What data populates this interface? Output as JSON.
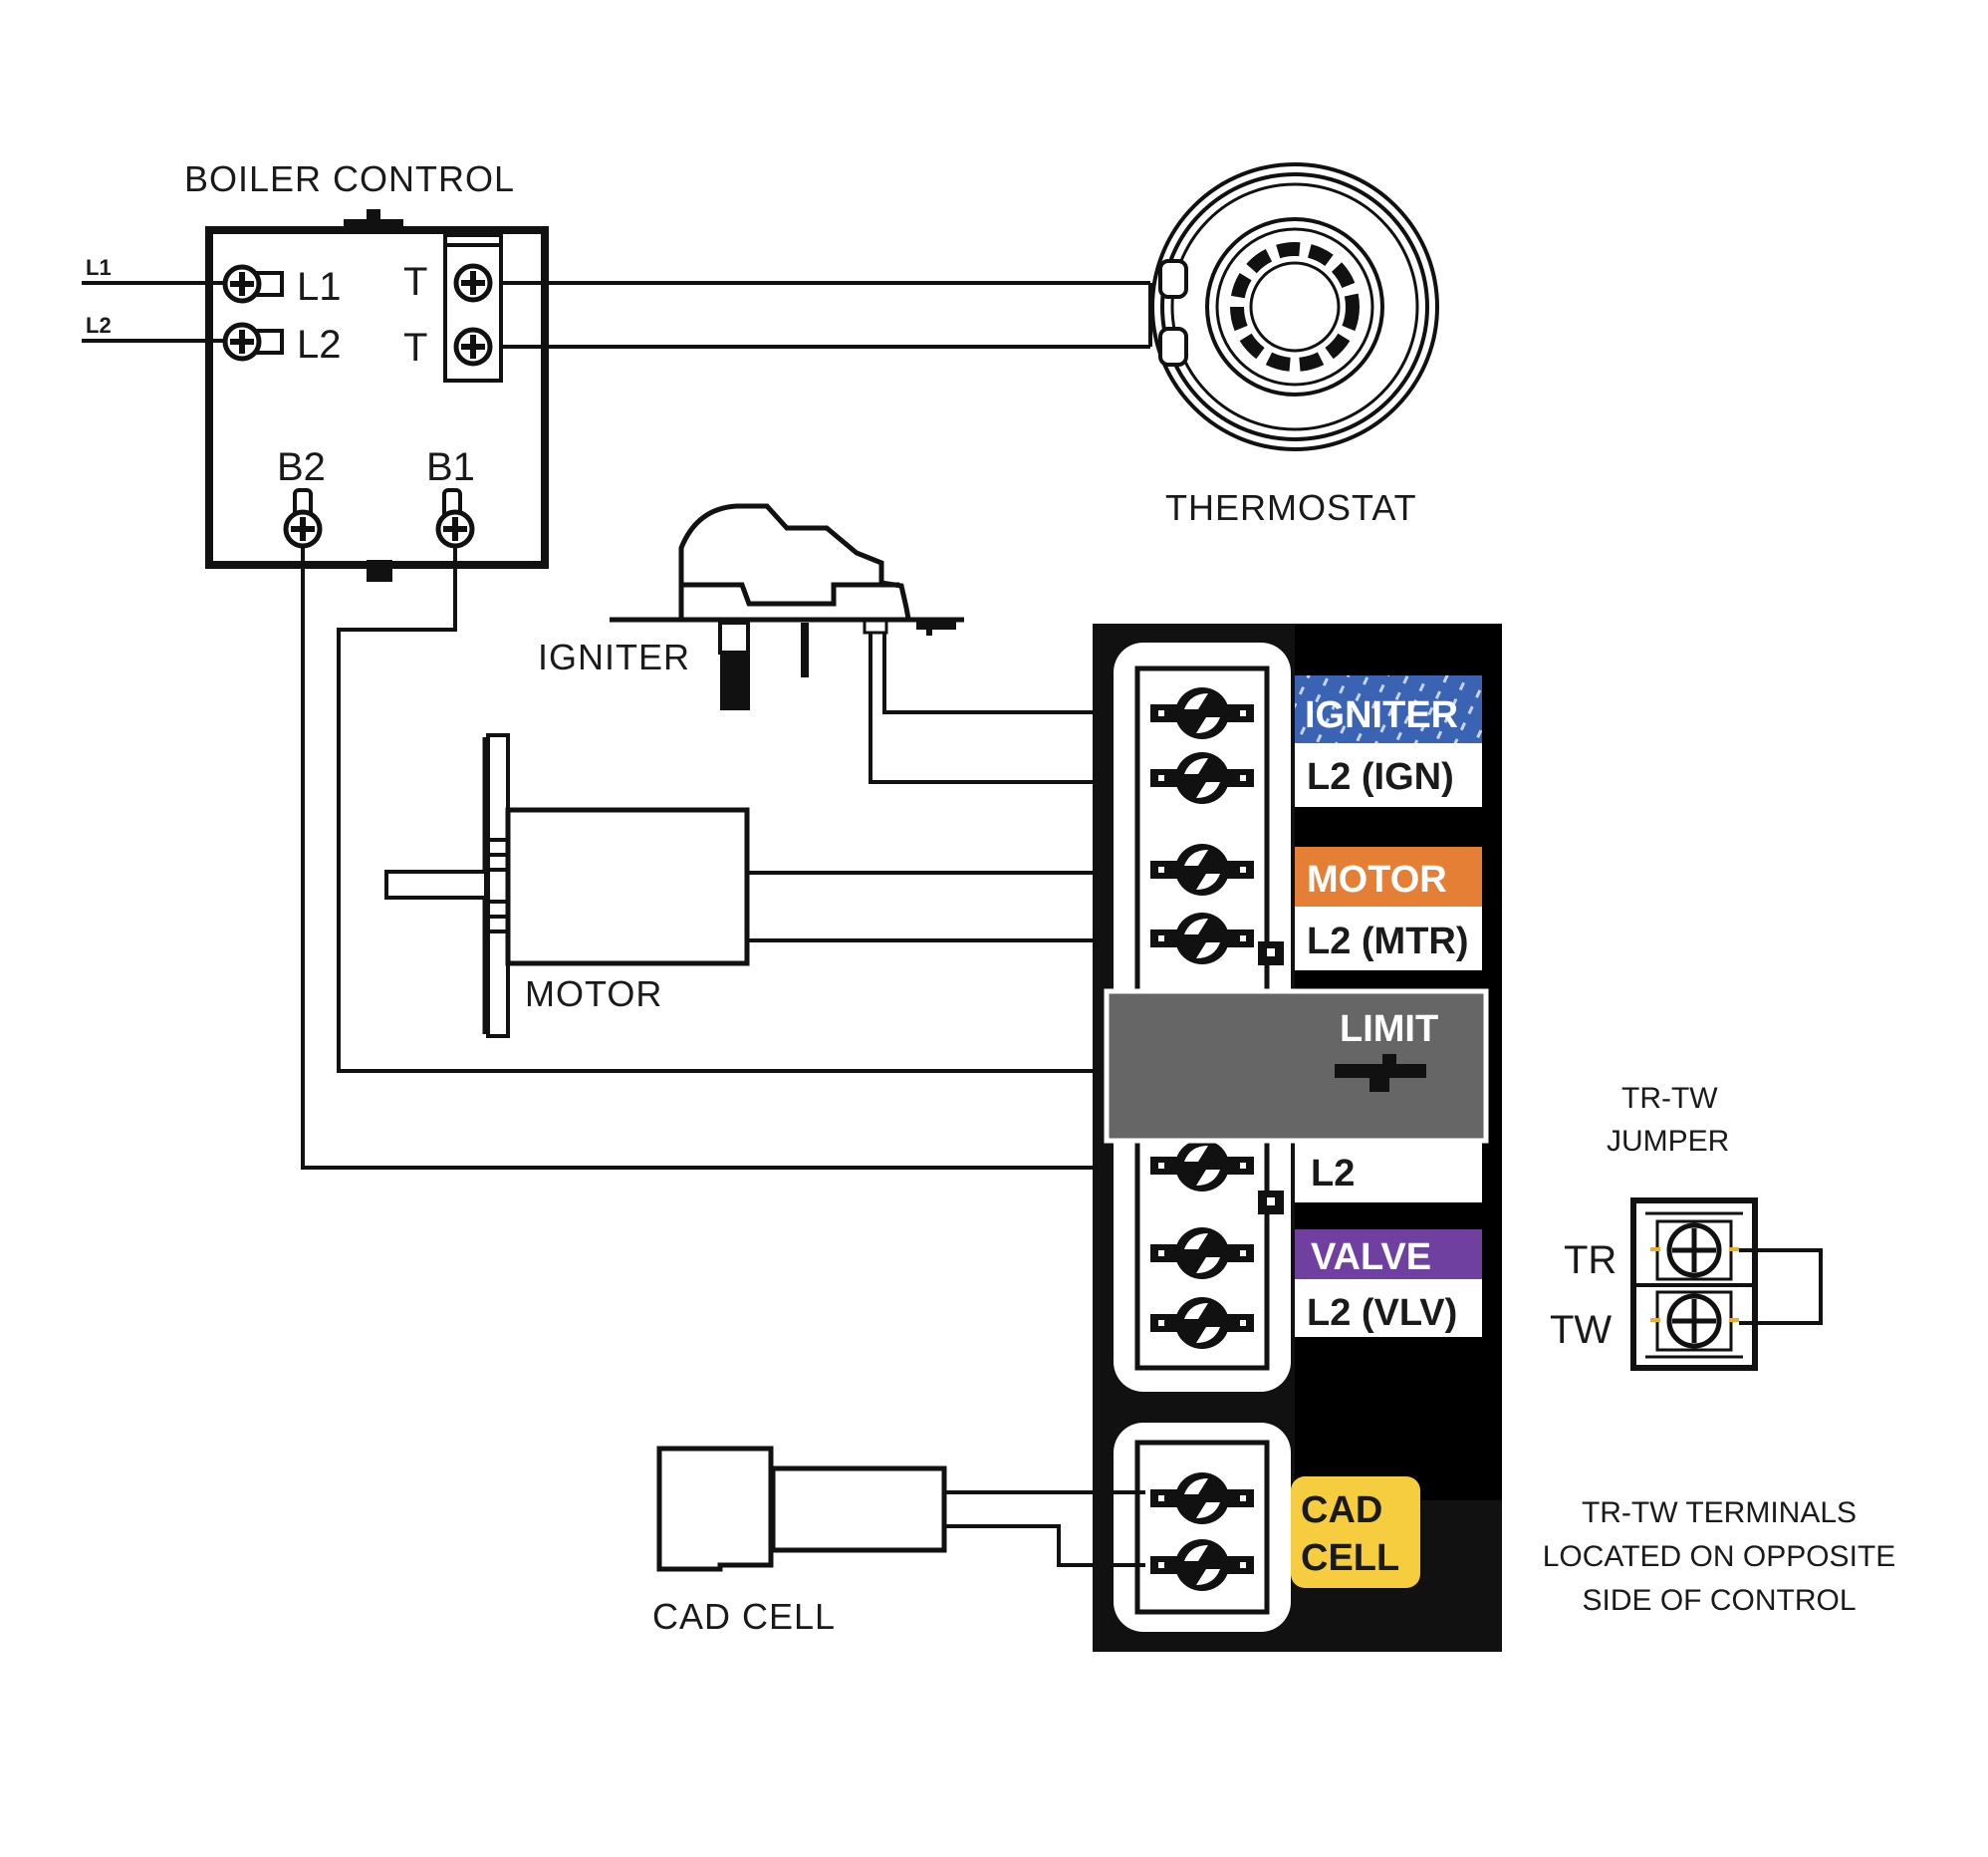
{
  "boiler_control": {
    "title": "BOILER CONTROL",
    "line_inputs": [
      "L1",
      "L2"
    ],
    "terminals_left": [
      "L1",
      "L2"
    ],
    "terminals_right": [
      "T",
      "T"
    ],
    "terminals_bottom": [
      "B2",
      "B1"
    ]
  },
  "thermostat": {
    "label": "THERMOSTAT"
  },
  "igniter": {
    "label": "IGNITER"
  },
  "motor": {
    "label": "MOTOR"
  },
  "cad_cell": {
    "label": "CAD CELL"
  },
  "primary_control": {
    "tags": {
      "igniter": "IGNITER",
      "igniter_l2": "L2 (IGN)",
      "motor": "MOTOR",
      "motor_l2": "L2 (MTR)",
      "limit": "LIMIT",
      "l2": "L2",
      "valve": "VALVE",
      "valve_l2": "L2 (VLV)",
      "cad_line1": "CAD",
      "cad_line2": "CELL"
    },
    "colors": {
      "igniter": "#3a63b4",
      "motor": "#e57f36",
      "limit": "#666666",
      "valve": "#7040a0",
      "cad_cell": "#f5cd3f",
      "body": "#111111"
    }
  },
  "jumper": {
    "title_line1": "TR-TW",
    "title_line2": "JUMPER",
    "terminals": [
      "TR",
      "TW"
    ],
    "note_lines": [
      "TR-TW TERMINALS",
      "LOCATED ON OPPOSITE",
      "SIDE OF CONTROL"
    ],
    "accent": "#f0b020"
  }
}
